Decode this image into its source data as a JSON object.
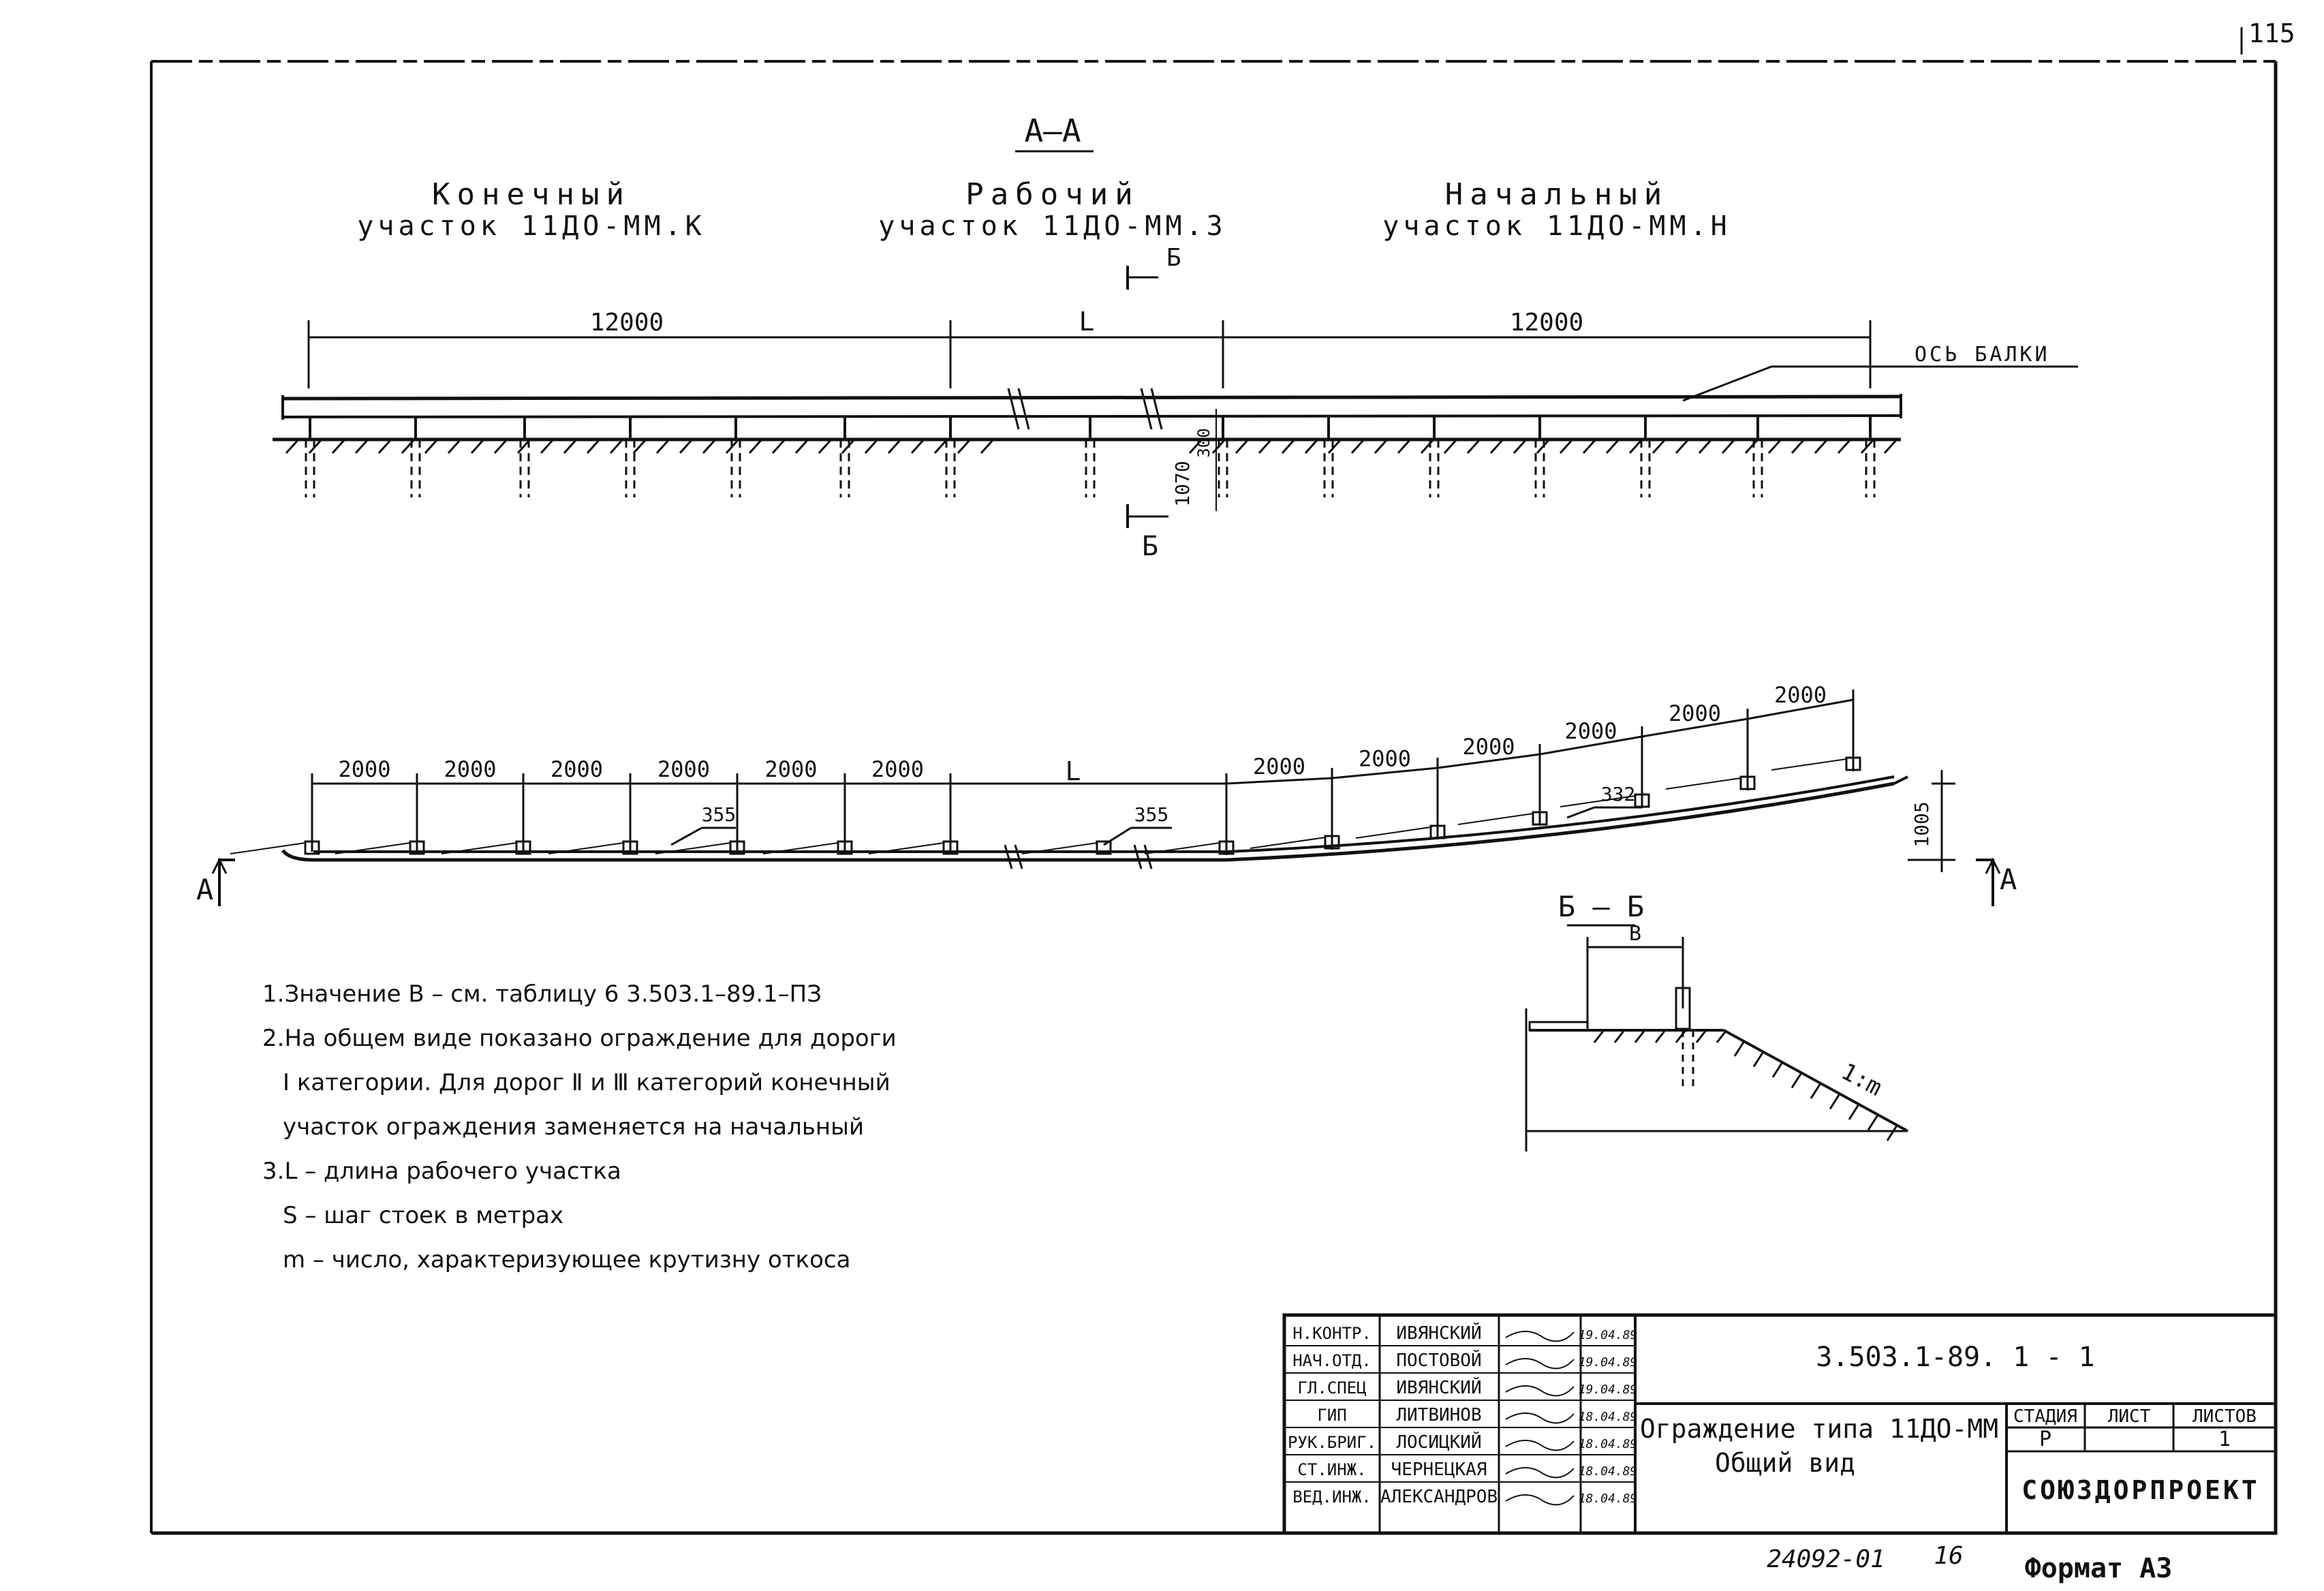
{
  "corner_mark": "115",
  "section_aa": {
    "title": "А–А",
    "zones": [
      {
        "name": "Конечный",
        "code": "участок 11ДО-ММ.К"
      },
      {
        "name": "Рабочий",
        "code": "участок 11ДО-ММ.З"
      },
      {
        "name": "Начальный",
        "code": "участок 11ДО-ММ.Н"
      }
    ],
    "dims_top": [
      "12000",
      "L",
      "12000"
    ],
    "beam_axis": "ОСЬ БАЛКИ",
    "dim_300": "300",
    "dim_1070": "1070",
    "cut_letter": "Б"
  },
  "plan": {
    "spans_left": [
      "2000",
      "2000",
      "2000",
      "2000",
      "2000",
      "2000"
    ],
    "span_mid": "L",
    "spans_right": [
      "2000",
      "2000",
      "2000",
      "2000",
      "2000",
      "2000"
    ],
    "offset_355": "355",
    "offset_332": "332",
    "height_1005": "1005",
    "arrow_label": "А"
  },
  "section_bb": {
    "title": "Б – Б",
    "width": "В",
    "slope": "1:m"
  },
  "notes": [
    "1.Значение В – см. таблицу 6  3.503.1–89.1–ПЗ",
    "2.На общем виде показано ограждение для дороги",
    "Ⅰ категории. Для дорог Ⅱ и Ⅲ категорий конечный",
    "участок ограждения заменяется на начальный",
    "3.L – длина рабочего участка",
    "S – шаг стоек в метрах",
    "m – число, характеризующее крутизну откоса"
  ],
  "title_block": {
    "code": "3.503.1-89. 1 - 1",
    "title_line1": "Ограждение типа 11ДО-ММ",
    "title_line2": "Общий вид",
    "stage_hdr": "СТАДИЯ",
    "sheet_hdr": "ЛИСТ",
    "sheets_hdr": "ЛИСТОВ",
    "stage": "Р",
    "sheets": "1",
    "org": "СОЮЗДОРПРОЕКТ",
    "staff": [
      {
        "role": "Н.КОНТР.",
        "name": "ИВЯНСКИЙ",
        "date": "19.04.89"
      },
      {
        "role": "НАЧ.ОТД.",
        "name": "ПОСТОВОЙ",
        "date": "19.04.89"
      },
      {
        "role": "ГЛ.СПЕЦ",
        "name": "ИВЯНСКИЙ",
        "date": "19.04.89"
      },
      {
        "role": "ГИП",
        "name": "ЛИТВИНОВ",
        "date": "18.04.89"
      },
      {
        "role": "РУК.БРИГ.",
        "name": "ЛОСИЦКИЙ",
        "date": "18.04.89"
      },
      {
        "role": "СТ.ИНЖ.",
        "name": "ЧЕРНЕЦКАЯ",
        "date": "18.04.89"
      },
      {
        "role": "ВЕД.ИНЖ.",
        "name": "АЛЕКСАНДРОВ",
        "date": "18.04.89"
      }
    ]
  },
  "inventory": "24092-01",
  "page_no": "16",
  "format": "Формат А3"
}
